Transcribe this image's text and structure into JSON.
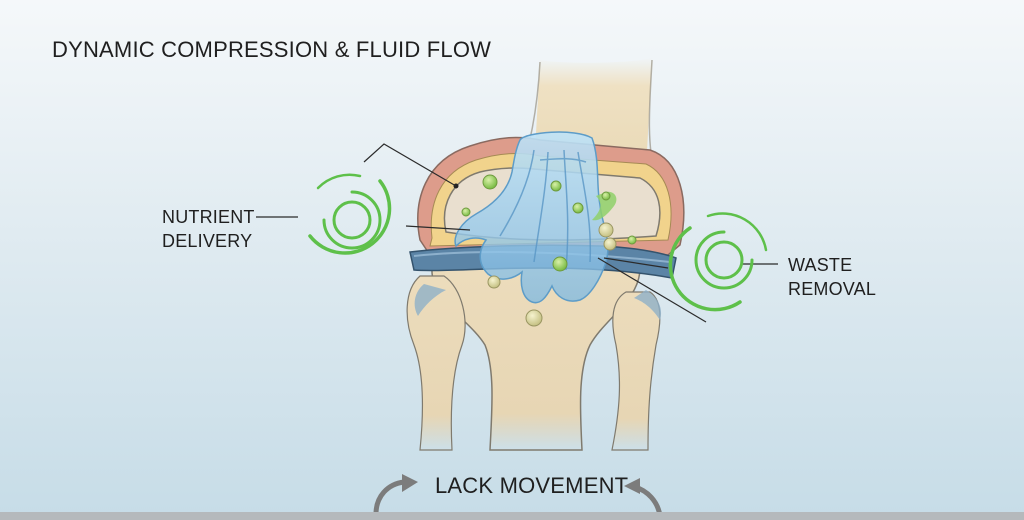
{
  "title": "DYNAMIC COMPRESSION & FLUID FLOW",
  "labels": {
    "nutrient_line1": "NUTRIENT",
    "nutrient_line2": "DELIVERY",
    "waste_line1": "WASTE",
    "waste_line2": "REMOVAL",
    "lack_movement": "LACK MOVEMENT"
  },
  "colors": {
    "background_top": "#f5f8fa",
    "background_bottom": "#c6dce7",
    "bone": "#ecdcbc",
    "bone_outline": "#7f7a6e",
    "fluid": "#8fc6ea",
    "cartilage": "#f1d38c",
    "capsule": "#dd9c8b",
    "meniscus": "#5b84a6",
    "flow_ring": "#5ec04a",
    "nutrient": "#b6d66d",
    "arrow": "#7c7c7c"
  },
  "icons": {
    "left_rings": "concentric-rings-icon",
    "right_rings": "concentric-rings-icon",
    "movement_arrows": "circular-arrow-icon"
  }
}
